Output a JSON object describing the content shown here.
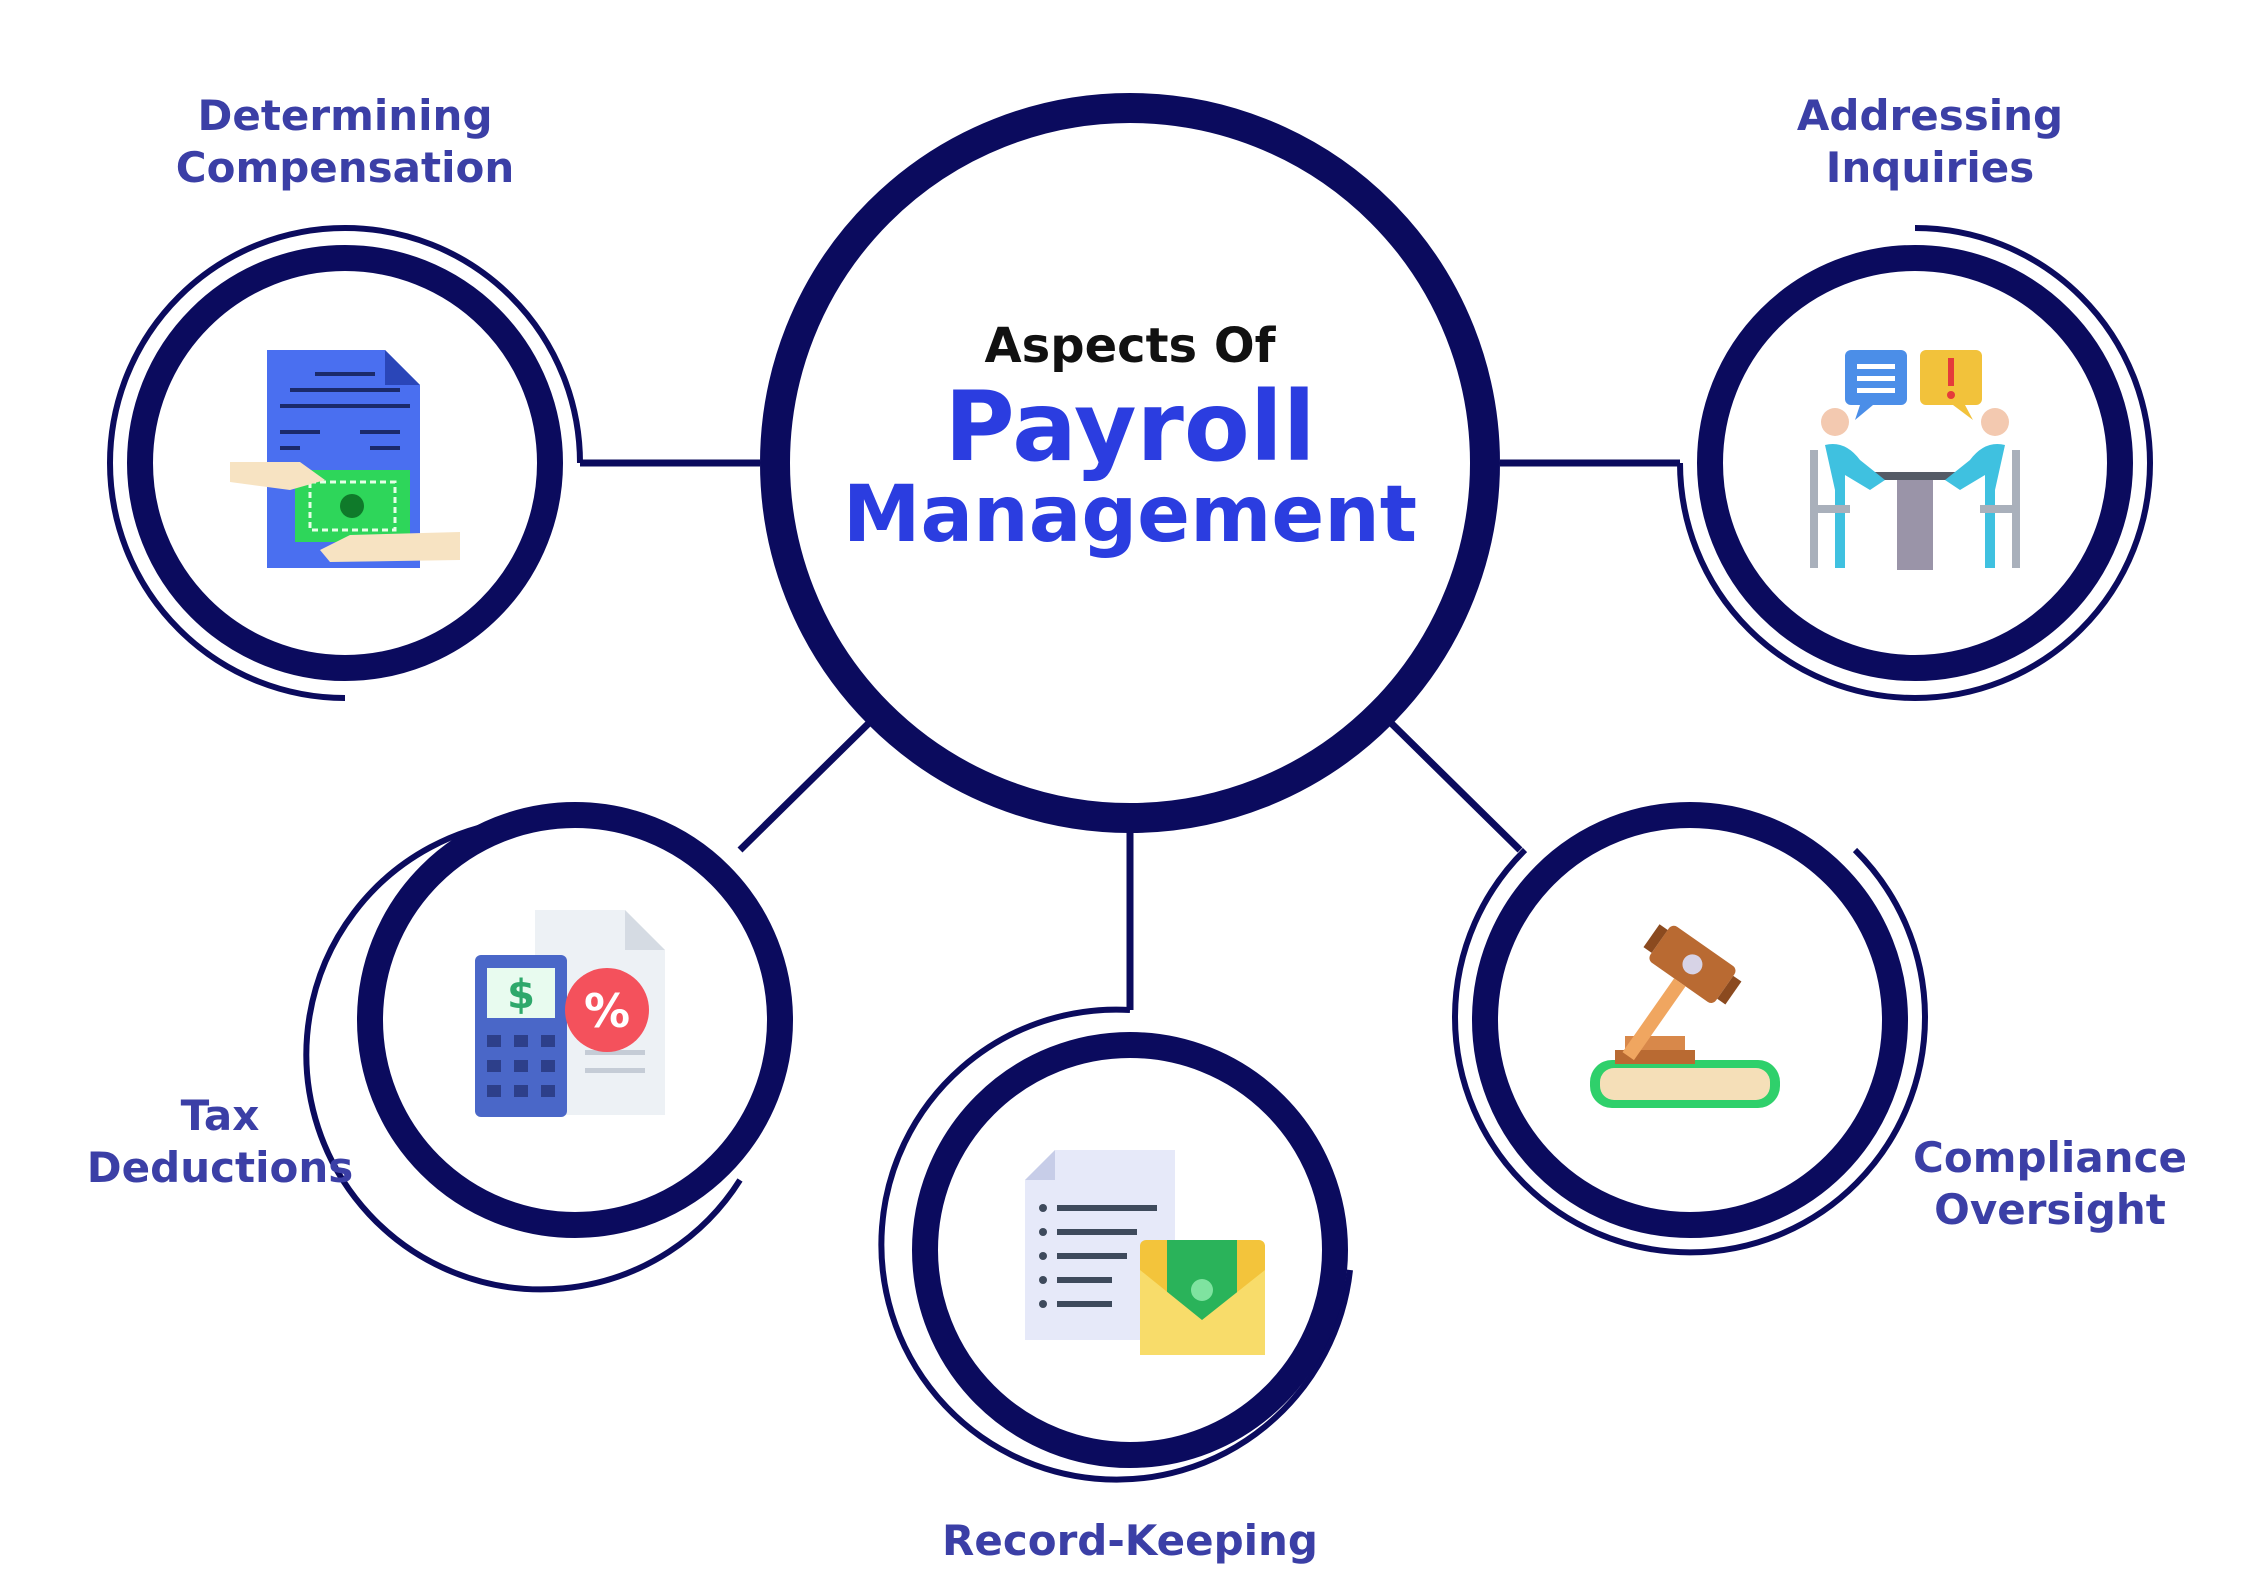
{
  "center": {
    "line1": "Aspects Of",
    "line2": "Payroll",
    "line3": "Management"
  },
  "nodes": [
    {
      "id": "determining-compensation",
      "line1": "Determining",
      "line2": "Compensation",
      "icon": "money-handover-document-icon"
    },
    {
      "id": "addressing-inquiries",
      "line1": "Addressing",
      "line2": "Inquiries",
      "icon": "meeting-chat-icon"
    },
    {
      "id": "tax-deductions",
      "line1": "Tax",
      "line2": "Deductions",
      "icon": "calculator-tax-icon"
    },
    {
      "id": "record-keeping",
      "line1": "Record-Keeping",
      "line2": "",
      "icon": "document-envelope-money-icon"
    },
    {
      "id": "compliance-oversight",
      "line1": "Compliance",
      "line2": "Oversight",
      "icon": "gavel-book-icon"
    }
  ],
  "colors": {
    "ring": "#0b0b5e",
    "label": "#3b3fa6",
    "title_accent": "#2b3de0",
    "title_dark": "#111111"
  }
}
